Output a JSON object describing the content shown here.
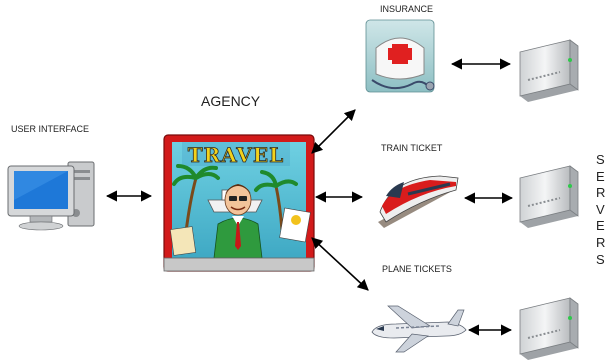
{
  "diagram": {
    "labels": {
      "user_interface": "USER INTERFACE",
      "agency": "AGENCY",
      "insurance": "INSURANCE",
      "train_ticket": "TRAIN TICKET",
      "plane_tickets": "PLANE TICKETS"
    },
    "agency_sign": "TRAVEL",
    "side_letters": [
      "S",
      "E",
      "R",
      "V",
      "E",
      "R",
      "S"
    ],
    "colors": {
      "monitor_screen": "#1e78d8",
      "agency_frame": "#d21a1a",
      "agency_window": "#5cc3d8",
      "sign_text": "#f2d21c",
      "train_red": "#d91c1c",
      "insurance_cross": "#e02020"
    }
  }
}
